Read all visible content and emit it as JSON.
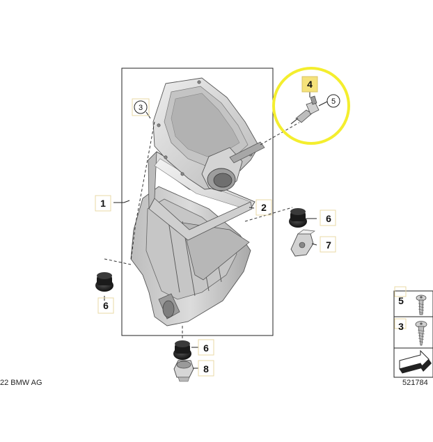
{
  "diagram": {
    "callouts": {
      "c1": "1",
      "c2": "2",
      "c3": "3",
      "c4": "4",
      "c5": "5",
      "c6a": "6",
      "c6b": "6",
      "c6c": "6",
      "c7": "7",
      "c8": "8"
    },
    "legend": {
      "row1": "5",
      "row2": "3"
    },
    "footer": {
      "copyright": "22 BMW AG",
      "diagram_number": "521784"
    },
    "colors": {
      "highlight_ring": "#f4ee2e",
      "highlight_box": "#f5e27a",
      "label_box_border": "#e8d9a6",
      "part_fill": "#cfcfcf",
      "part_dark": "#8a8a8a"
    }
  }
}
